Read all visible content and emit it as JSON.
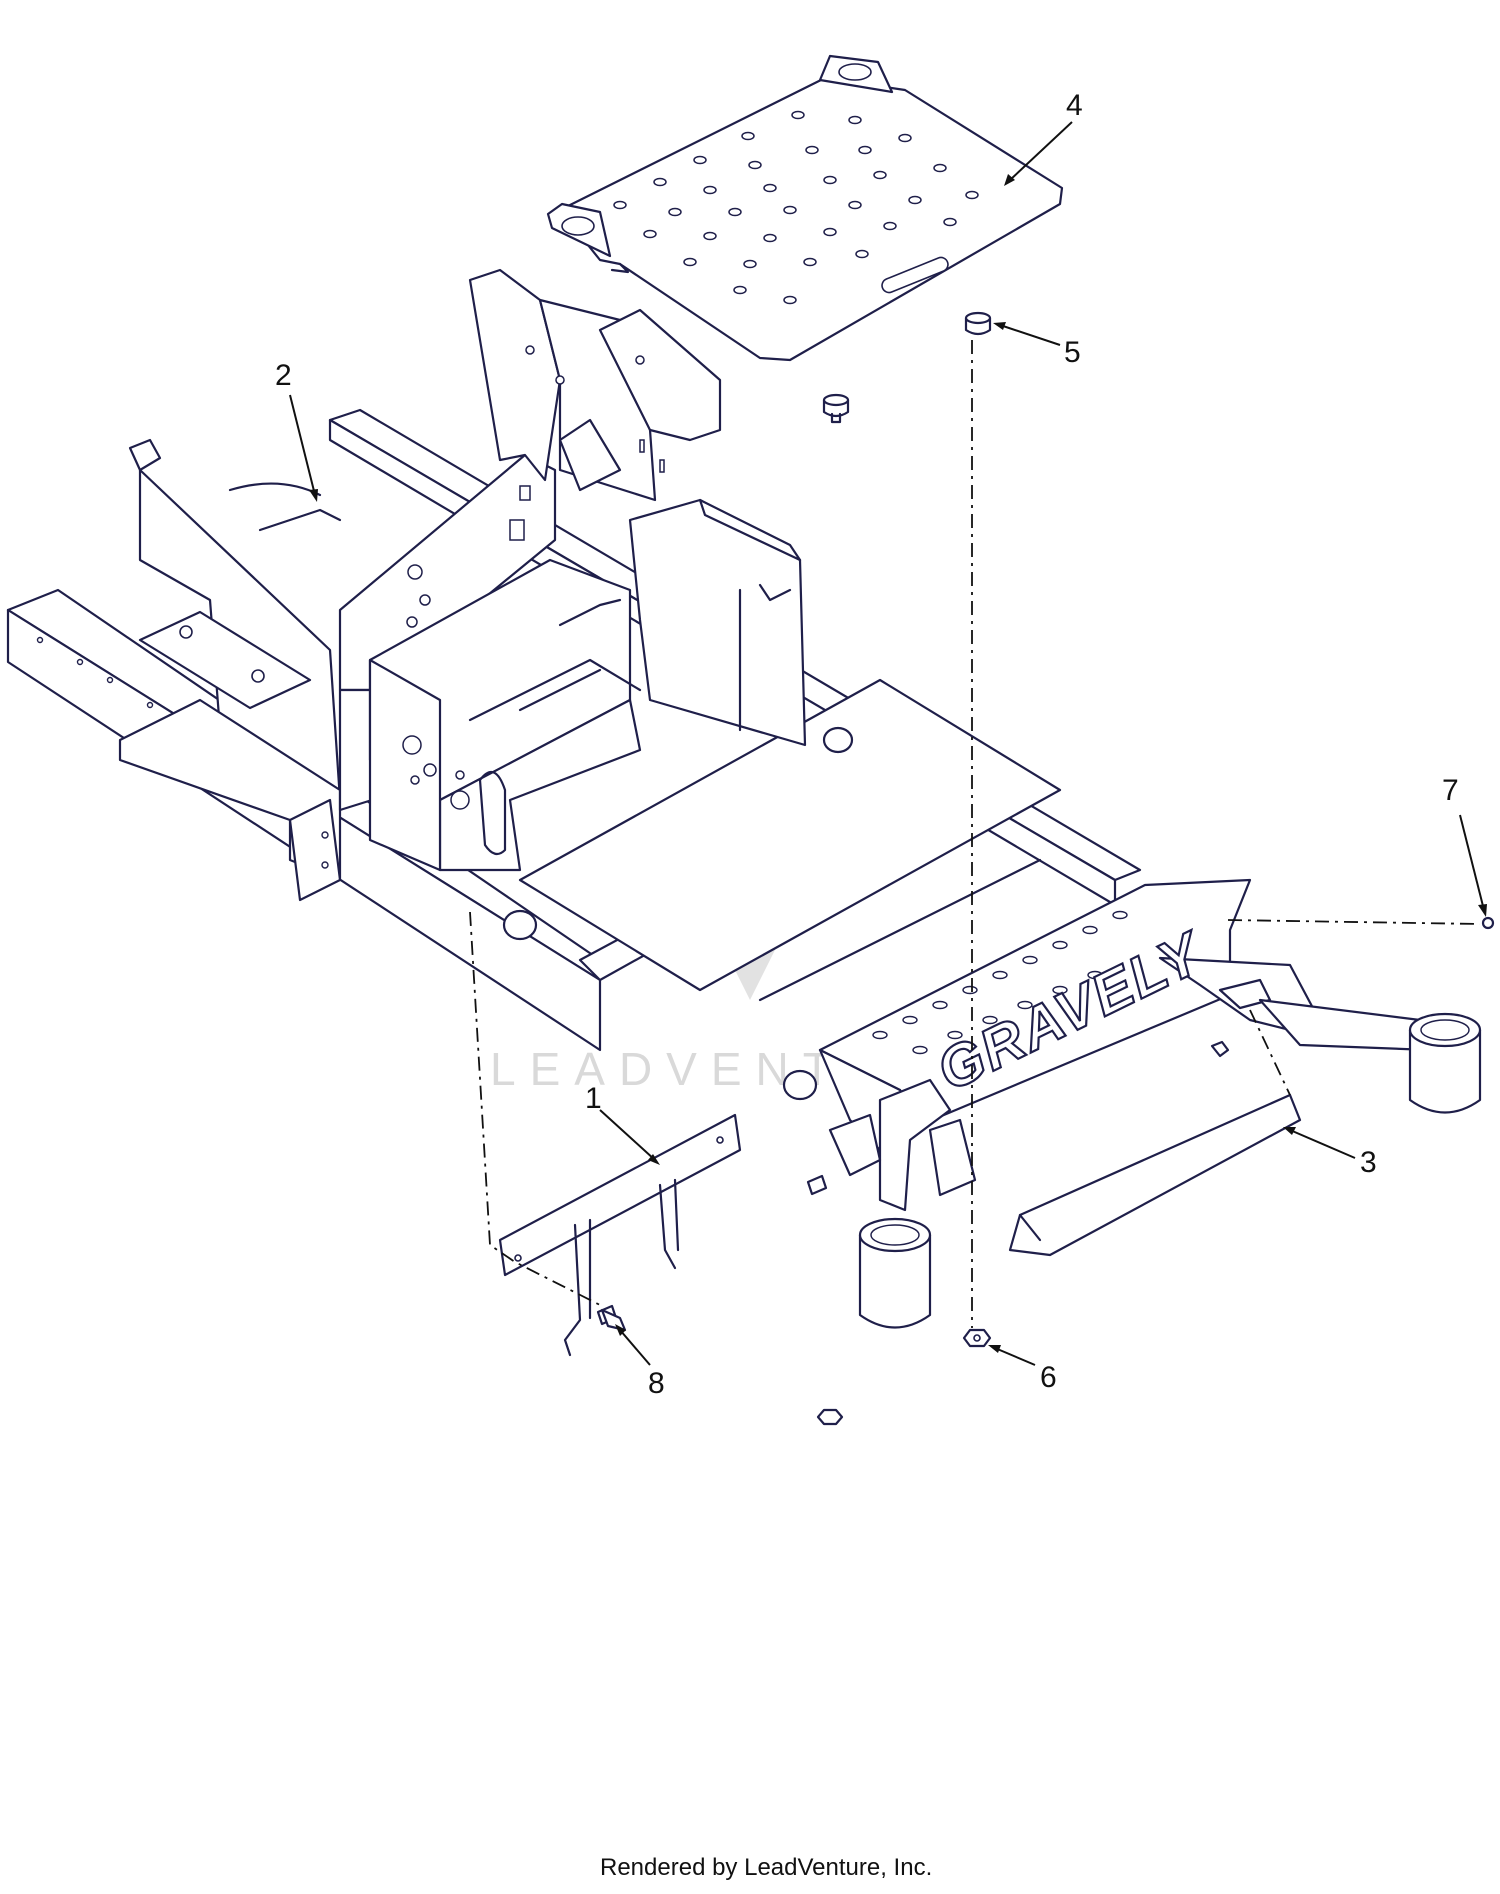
{
  "diagram": {
    "brand_text": "GRAVELY",
    "watermark_text": "LEADVENTURE",
    "footer_text": "Rendered by LeadVenture, Inc.",
    "callouts": [
      {
        "id": "1",
        "label": "1"
      },
      {
        "id": "2",
        "label": "2"
      },
      {
        "id": "3",
        "label": "3"
      },
      {
        "id": "4",
        "label": "4"
      },
      {
        "id": "5",
        "label": "5"
      },
      {
        "id": "6",
        "label": "6"
      },
      {
        "id": "7",
        "label": "7"
      },
      {
        "id": "8",
        "label": "8"
      }
    ],
    "colors": {
      "line": "#1f1f4a",
      "background": "#ffffff",
      "watermark": "#d9d9d9"
    }
  }
}
